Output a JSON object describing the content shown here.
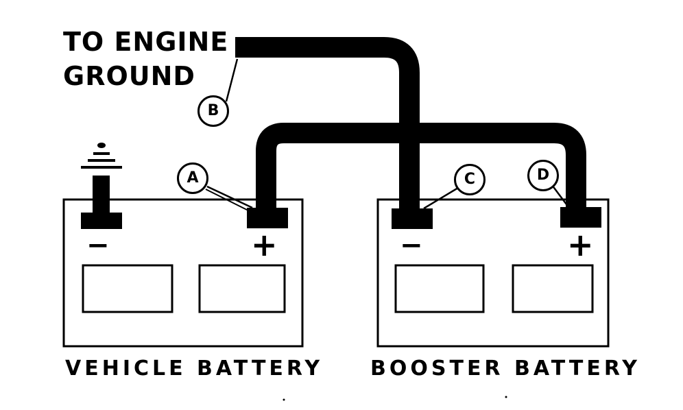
{
  "labels": {
    "ground_line1": "TO ENGINE",
    "ground_line2": "GROUND",
    "vehicle_battery": "VEHICLE BATTERY",
    "booster_battery": "BOOSTER BATTERY"
  },
  "callouts": {
    "a": "A",
    "b": "B",
    "c": "C",
    "d": "D"
  },
  "terminals": {
    "minus": "−",
    "plus": "+"
  },
  "colors": {
    "ink": "#000000",
    "paper": "#ffffff"
  }
}
